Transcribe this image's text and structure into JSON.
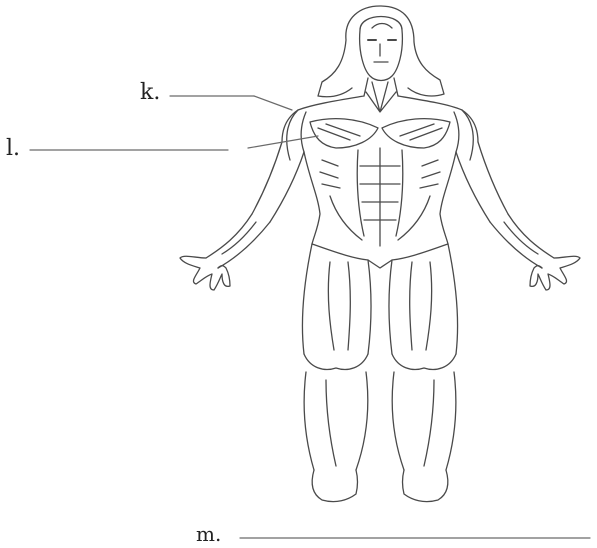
{
  "diagram": {
    "subject": "human-muscular-system-anterior",
    "labels": [
      {
        "id": "k",
        "text": "k."
      },
      {
        "id": "l",
        "text": "l."
      },
      {
        "id": "m",
        "text": "m."
      }
    ]
  },
  "colors": {
    "background": "#ffffff",
    "ink": "#4a4a4a",
    "leader_line": "#6a6a6a"
  }
}
